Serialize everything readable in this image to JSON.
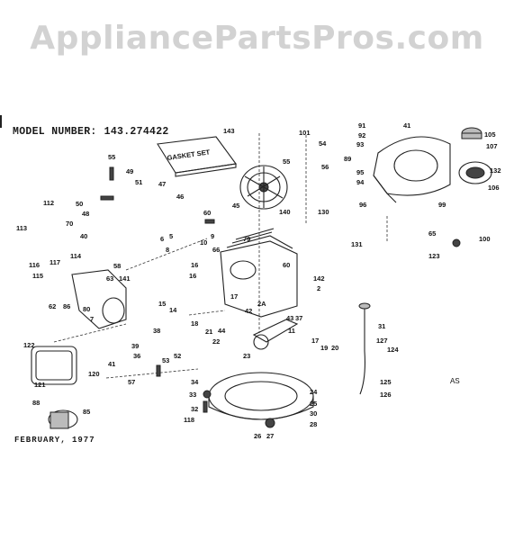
{
  "watermark": "AppliancePartsPros.com",
  "header": {
    "model_label": "MODEL NUMBER:",
    "model_number": "143.274422"
  },
  "footer": {
    "date": "FEBRUARY, 1977",
    "drawing_code": "AS"
  },
  "gasket_set_label": "GASKET SET",
  "callouts": [
    {
      "id": "143",
      "label": "143"
    },
    {
      "id": "101",
      "label": "101"
    },
    {
      "id": "91",
      "label": "91"
    },
    {
      "id": "41",
      "label": "41"
    },
    {
      "id": "105",
      "label": "105"
    },
    {
      "id": "92",
      "label": "92"
    },
    {
      "id": "107",
      "label": "107"
    },
    {
      "id": "54",
      "label": "54"
    },
    {
      "id": "93",
      "label": "93"
    },
    {
      "id": "55",
      "label": "55"
    },
    {
      "id": "56",
      "label": "56"
    },
    {
      "id": "89",
      "label": "89"
    },
    {
      "id": "132",
      "label": "132"
    },
    {
      "id": "95",
      "label": "95"
    },
    {
      "id": "94",
      "label": "94"
    },
    {
      "id": "106",
      "label": "106"
    },
    {
      "id": "55b",
      "label": "55"
    },
    {
      "id": "49",
      "label": "49"
    },
    {
      "id": "51",
      "label": "51"
    },
    {
      "id": "47",
      "label": "47"
    },
    {
      "id": "46",
      "label": "46"
    },
    {
      "id": "96",
      "label": "96"
    },
    {
      "id": "99",
      "label": "99"
    },
    {
      "id": "112",
      "label": "112"
    },
    {
      "id": "50",
      "label": "50"
    },
    {
      "id": "48",
      "label": "48"
    },
    {
      "id": "60",
      "label": "60"
    },
    {
      "id": "45",
      "label": "45"
    },
    {
      "id": "140",
      "label": "140"
    },
    {
      "id": "70",
      "label": "70"
    },
    {
      "id": "130",
      "label": "130"
    },
    {
      "id": "113",
      "label": "113"
    },
    {
      "id": "40",
      "label": "40"
    },
    {
      "id": "5",
      "label": "5"
    },
    {
      "id": "9",
      "label": "9"
    },
    {
      "id": "65",
      "label": "65"
    },
    {
      "id": "100",
      "label": "100"
    },
    {
      "id": "6",
      "label": "6"
    },
    {
      "id": "10",
      "label": "10"
    },
    {
      "id": "79",
      "label": "79"
    },
    {
      "id": "131",
      "label": "131"
    },
    {
      "id": "66",
      "label": "66"
    },
    {
      "id": "8",
      "label": "8"
    },
    {
      "id": "114",
      "label": "114"
    },
    {
      "id": "123",
      "label": "123"
    },
    {
      "id": "117",
      "label": "117"
    },
    {
      "id": "116",
      "label": "116"
    },
    {
      "id": "58",
      "label": "58"
    },
    {
      "id": "16",
      "label": "16"
    },
    {
      "id": "115",
      "label": "115"
    },
    {
      "id": "60b",
      "label": "60"
    },
    {
      "id": "142",
      "label": "142"
    },
    {
      "id": "63",
      "label": "63"
    },
    {
      "id": "141",
      "label": "141"
    },
    {
      "id": "16b",
      "label": "16"
    },
    {
      "id": "15",
      "label": "15"
    },
    {
      "id": "14",
      "label": "14"
    },
    {
      "id": "17",
      "label": "17"
    },
    {
      "id": "62",
      "label": "62"
    },
    {
      "id": "86",
      "label": "86"
    },
    {
      "id": "80",
      "label": "80"
    },
    {
      "id": "42",
      "label": "42"
    },
    {
      "id": "43",
      "label": "43"
    },
    {
      "id": "37",
      "label": "37"
    },
    {
      "id": "7",
      "label": "7"
    },
    {
      "id": "18",
      "label": "18"
    },
    {
      "id": "31",
      "label": "31"
    },
    {
      "id": "38",
      "label": "38"
    },
    {
      "id": "21",
      "label": "21"
    },
    {
      "id": "11",
      "label": "11"
    },
    {
      "id": "22",
      "label": "22"
    },
    {
      "id": "127",
      "label": "127"
    },
    {
      "id": "17b",
      "label": "17"
    },
    {
      "id": "124",
      "label": "124"
    },
    {
      "id": "122",
      "label": "122"
    },
    {
      "id": "39",
      "label": "39"
    },
    {
      "id": "19",
      "label": "19"
    },
    {
      "id": "20",
      "label": "20"
    },
    {
      "id": "36",
      "label": "36"
    },
    {
      "id": "41b",
      "label": "41"
    },
    {
      "id": "23",
      "label": "23"
    },
    {
      "id": "53",
      "label": "53"
    },
    {
      "id": "52",
      "label": "52"
    },
    {
      "id": "121",
      "label": "121"
    },
    {
      "id": "120",
      "label": "120"
    },
    {
      "id": "125",
      "label": "125"
    },
    {
      "id": "57",
      "label": "57"
    },
    {
      "id": "34",
      "label": "34"
    },
    {
      "id": "126",
      "label": "126"
    },
    {
      "id": "24",
      "label": "24"
    },
    {
      "id": "33",
      "label": "33"
    },
    {
      "id": "25",
      "label": "25"
    },
    {
      "id": "88",
      "label": "88"
    },
    {
      "id": "32",
      "label": "32"
    },
    {
      "id": "30",
      "label": "30"
    },
    {
      "id": "85",
      "label": "85"
    },
    {
      "id": "118",
      "label": "118"
    },
    {
      "id": "28",
      "label": "28"
    },
    {
      "id": "26",
      "label": "26"
    },
    {
      "id": "27",
      "label": "27"
    },
    {
      "id": "2A",
      "label": "2A"
    },
    {
      "id": "2",
      "label": "2"
    },
    {
      "id": "44",
      "label": "44"
    }
  ]
}
